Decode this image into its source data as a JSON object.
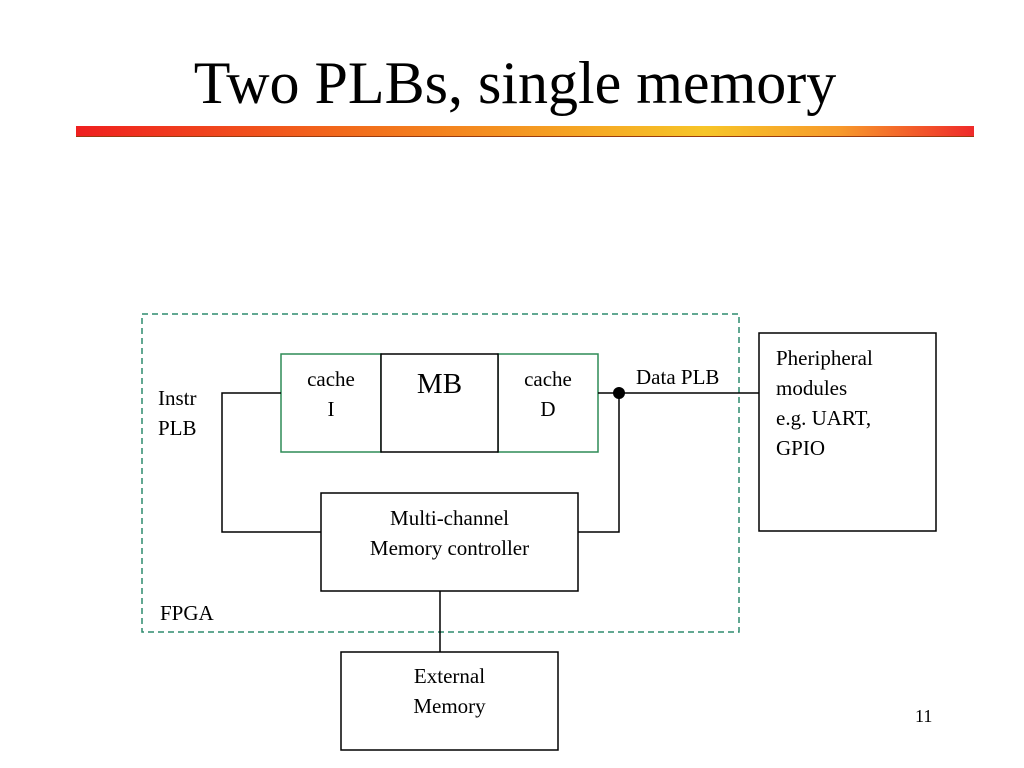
{
  "slide": {
    "title": "Two PLBs, single memory",
    "page_number": "11"
  },
  "diagram": {
    "fpga_label": "FPGA",
    "mb_label": "MB",
    "cache_i": {
      "line1": "cache",
      "line2": "I"
    },
    "cache_d": {
      "line1": "cache",
      "line2": "D"
    },
    "instr_plb": {
      "line1": "Instr",
      "line2": "PLB"
    },
    "data_plb_label": "Data PLB",
    "memory_controller": {
      "line1": "Multi-channel",
      "line2": "Memory controller"
    },
    "external_memory": {
      "line1": "External",
      "line2": "Memory"
    },
    "peripheral": {
      "line1": "Pheripheral",
      "line2": "modules",
      "line3": "e.g. UART,",
      "line4": "GPIO"
    },
    "colors": {
      "fpga_border": "#2e8b6e",
      "cache_border": "#2e8b57",
      "line": "#000000"
    }
  }
}
